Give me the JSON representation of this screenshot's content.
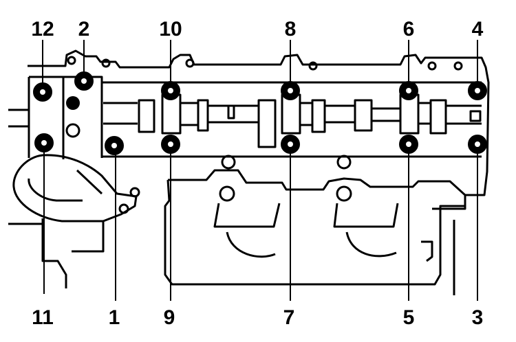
{
  "diagram": {
    "callouts_top": [
      "12",
      "2",
      "10",
      "8",
      "6",
      "4"
    ],
    "callouts_bottom": [
      "11",
      "1",
      "9",
      "7",
      "5",
      "3"
    ]
  },
  "colors": {
    "ink": "#000000",
    "paper": "#ffffff"
  }
}
